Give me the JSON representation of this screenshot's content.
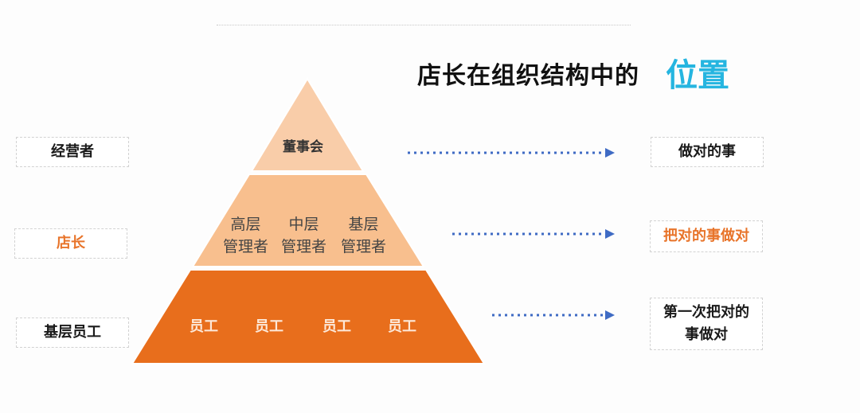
{
  "title": {
    "main": "店长在组织结构中的",
    "accent": "位置"
  },
  "colors": {
    "accent": "#25b5e0",
    "tier1": "#f9cda9",
    "tier2": "#f8bf8e",
    "tier3": "#e86e1c",
    "highlight": "#e8742a",
    "arrow": "#3f6bc4"
  },
  "pyramid": {
    "top": {
      "label": "董事会"
    },
    "middle": {
      "items": [
        {
          "line1": "高层",
          "line2": "管理者"
        },
        {
          "line1": "中层",
          "line2": "管理者"
        },
        {
          "line1": "基层",
          "line2": "管理者"
        }
      ]
    },
    "bottom": {
      "items": [
        "员工",
        "员工",
        "员工",
        "员工"
      ]
    }
  },
  "left_roles": [
    "经营者",
    "店长",
    "基层员工"
  ],
  "right_roles": [
    "做对的事",
    "把对的事做对",
    "第一次把对的事做对"
  ],
  "right_roles_lines": {
    "third_line1": "第一次把对的",
    "third_line2": "事做对"
  }
}
